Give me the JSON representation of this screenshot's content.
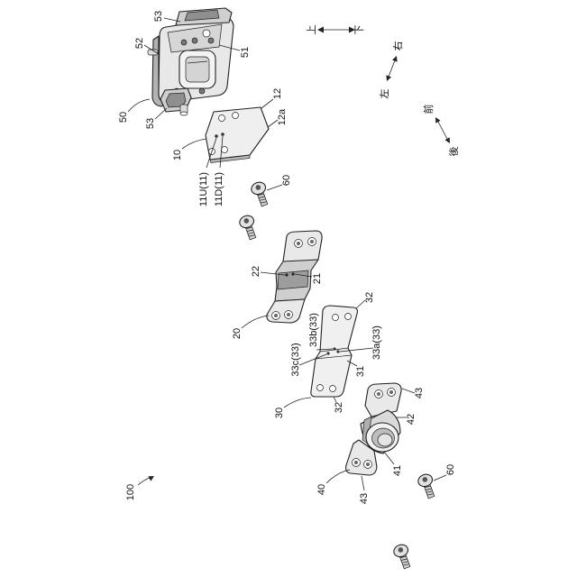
{
  "figure": {
    "reference": "100",
    "directions": {
      "up": "上",
      "down": "下",
      "right": "右",
      "left": "左",
      "front": "前",
      "back": "後"
    }
  },
  "assembly_50": {
    "label": "50",
    "part_51": "51",
    "part_52": "52",
    "part_53_top": "53",
    "part_53_bottom": "53"
  },
  "plate_10": {
    "label": "10",
    "part_12": "12",
    "part_12a": "12a",
    "hole_11U": "11U(11)",
    "hole_11D": "11D(11)"
  },
  "screw_60_upper": {
    "label": "60"
  },
  "hinge_20": {
    "label": "20",
    "part_21": "21",
    "part_22": "22"
  },
  "plate_30": {
    "label": "30",
    "part_31": "31",
    "part_32_upper": "32",
    "part_32_lower": "32",
    "hole_33a": "33a(33)",
    "hole_33b": "33b(33)",
    "hole_33c": "33c(33)"
  },
  "bracket_40": {
    "label": "40",
    "part_41": "41",
    "part_42": "42",
    "part_43_upper": "43",
    "part_43_lower": "43"
  },
  "screw_60_lower": {
    "label": "60"
  }
}
